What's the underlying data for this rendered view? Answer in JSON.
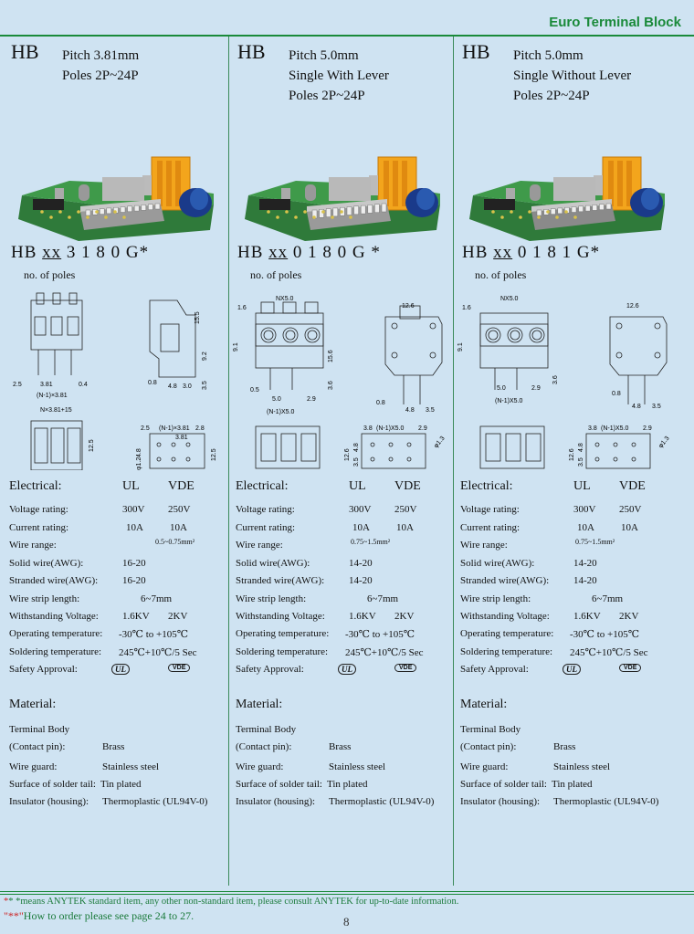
{
  "header": {
    "title": "Euro Terminal Block"
  },
  "columns": [
    {
      "code": "HB",
      "spec_lines": [
        "Pitch 3.81mm",
        "Poles  2P~24P"
      ],
      "pn_prefix": "HB ",
      "pn_xx": "xx",
      "pn_suffix": " 3 1 8 0 G*",
      "poles_label": "no. of poles",
      "dims": {
        "a": "N×3.81+15",
        "b": "(N-1)×3.81",
        "c": "3.81",
        "d": "2.5",
        "e": "0.4",
        "f": "15.5",
        "g": "9.2",
        "h": "3.5",
        "i": "4.8",
        "j": "3.0",
        "k": "0.8",
        "l": "12.5",
        "m": "4.8",
        "n": "3.0",
        "o": "(N-1)×3.81",
        "p": "2.8",
        "q": "3.81",
        "r": "2.5",
        "s": "φ1.2"
      }
    },
    {
      "code": "HB",
      "spec_lines": [
        "Pitch 5.0mm",
        "Single With Lever",
        "Poles  2P~24P"
      ],
      "pn_prefix": "HB ",
      "pn_xx": "xx",
      "pn_suffix": " 0 1 8 0 G *",
      "poles_label": "no. of poles",
      "dims": {
        "a": "NX5.0",
        "b": "1.6",
        "c": "12.6",
        "d": "9.1",
        "e": "15.6",
        "f": "3.6",
        "g": "0.5",
        "h": "5.0",
        "i": "2.9",
        "j": "(N-1)X5.0",
        "k": "0.8",
        "l": "4.8",
        "m": "3.5",
        "n": "3.8",
        "o": "(N-1)X5.0",
        "p": "2.9",
        "q": "12.6",
        "r": "4.8",
        "s": "3.5",
        "t": "φ1.3"
      }
    },
    {
      "code": "HB",
      "spec_lines": [
        "Pitch 5.0mm",
        "Single Without Lever",
        "Poles  2P~24P"
      ],
      "pn_prefix": "HB ",
      "pn_xx": "xx",
      "pn_suffix": " 0 1 8 1 G*",
      "poles_label": "no. of poles",
      "dims": {
        "a": "NX5.0",
        "b": "1.6",
        "c": "12.6",
        "d": "9.1",
        "e": "3.6",
        "f": "5.0",
        "g": "2.9",
        "h": "(N-1)X5.0",
        "i": "0.8",
        "j": "4.8",
        "k": "3.5",
        "l": "3.8",
        "m": "(N-1)X5.0",
        "n": "2.9",
        "o": "12.6",
        "p": "4.8",
        "q": "3.5",
        "r": "φ1.3"
      }
    }
  ],
  "electrical": {
    "heading": "Electrical:",
    "ul": "UL",
    "vde": "VDE",
    "labels": [
      "Voltage rating:",
      "Current rating:",
      "Wire range:",
      "Solid wire(AWG):",
      "Stranded wire(AWG):",
      "Wire strip length:",
      "Withstanding Voltage:",
      "Operating temperature:",
      "Soldering temperature:",
      "Safety Approval:"
    ],
    "col1": {
      "voltage_ul": "300V",
      "voltage_vde": "250V",
      "current_ul": "10A",
      "current_vde": "10A",
      "wire_range": "0.5~0.75mm²",
      "solid": "16-20",
      "stranded": "16-20",
      "strip": "6~7mm",
      "withstand_ul": "1.6KV",
      "withstand_vde": "2KV",
      "op_temp": "-30℃ to +105℃",
      "solder": "245℃+10℃/5 Sec"
    },
    "col2": {
      "voltage_ul": "300V",
      "voltage_vde": "250V",
      "current_ul": "10A",
      "current_vde": "10A",
      "wire_range": "0.75~1.5mm²",
      "solid": "14-20",
      "stranded": "14-20",
      "strip": "6~7mm",
      "withstand_ul": "1.6KV",
      "withstand_vde": "2KV",
      "op_temp": "-30℃ to +105℃",
      "solder": "245℃+10℃/5 Sec"
    },
    "col3": {
      "voltage_ul": "300V",
      "voltage_vde": "250V",
      "current_ul": "10A",
      "current_vde": "10A",
      "wire_range": "0.75~1.5mm²",
      "solid": "14-20",
      "stranded": "14-20",
      "strip": "6~7mm",
      "withstand_ul": "1.6KV",
      "withstand_vde": "2KV",
      "op_temp": "-30℃ to +105℃",
      "solder": "245℃+10℃/5 Sec"
    },
    "ul_badge": "UL",
    "vde_badge": "VDE"
  },
  "material": {
    "heading": "Material:",
    "labels": [
      "Terminal Body",
      "(Contact pin):",
      "Wire guard:",
      "Surface of solder tail:",
      "Insulator (housing):"
    ],
    "values": [
      "",
      "Brass",
      "Stainless steel",
      "Tin plated",
      "Thermoplastic (UL94V-0)"
    ]
  },
  "footer": {
    "note1_star": "*",
    "note1": "* *means ANYTEK standard item, any other non-standard item, please consult ANYTEK for up-to-date information.",
    "note2_star": "\"**\"",
    "note2": "How to order please see page 24 to 27.",
    "page": "8"
  }
}
